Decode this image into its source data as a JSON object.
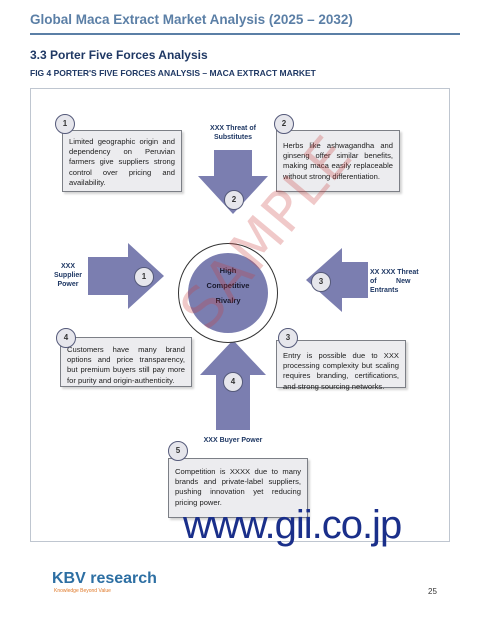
{
  "header": {
    "title": "Global Maca Extract Market Analysis (2025 – 2032)",
    "section": "3.3   Porter Five Forces Analysis",
    "figure": "FIG 4     PORTER'S FIVE FORCES ANALYSIS – MACA EXTRACT MARKET"
  },
  "center": {
    "line1": "High",
    "line2": "Competitive",
    "line3": "Rivalry"
  },
  "boxes": [
    {
      "num": "1",
      "text": "Limited geographic origin and dependency on Peruvian farmers give suppliers strong control over pricing and availability."
    },
    {
      "num": "2",
      "text": "Herbs like ashwagandha and ginseng offer similar benefits, making maca easily replaceable without strong differentiation."
    },
    {
      "num": "4",
      "text": "Customers have many brand options and price transparency, but premium buyers still pay more for purity and origin-authenticity."
    },
    {
      "num": "3",
      "text": "Entry is possible due to XXX processing complexity but scaling requires branding, certifications, and strong sourcing networks."
    },
    {
      "num": "5",
      "text": "Competition is XXXX due to many brands and private-label suppliers, pushing innovation yet reducing pricing power."
    }
  ],
  "arrows": {
    "top": {
      "num": "2",
      "label": "XXX Threat of Substitutes"
    },
    "left": {
      "num": "1",
      "label_line1": "XXX",
      "label_line2": "Supplier",
      "label_line3": "Power"
    },
    "right": {
      "num": "3",
      "label_line1": "XX XXX Threat",
      "label_line2": "of          New",
      "label_line3": "Entrants"
    },
    "bottom": {
      "num": "4",
      "label": "XXX Buyer Power"
    }
  },
  "watermark": "SAMPLE",
  "footer": {
    "site": "www.gii.co.jp",
    "logo": "KBV research",
    "tagline": "Knowledge Beyond Value",
    "page": "25"
  },
  "colors": {
    "title": "#5b7fa6",
    "heading": "#1f3864",
    "arrow": "#7b7eb0",
    "center": "#7b7eb0",
    "box_bg": "#ececef"
  }
}
